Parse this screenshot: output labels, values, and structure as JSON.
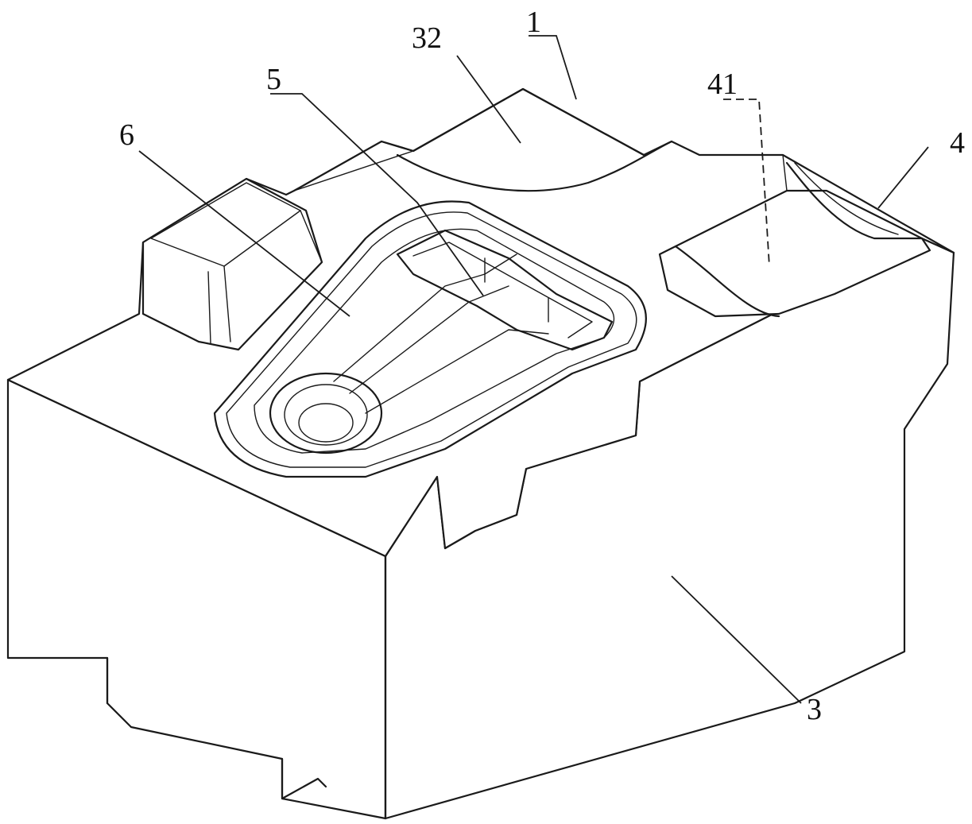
{
  "figure": {
    "labels": [
      {
        "id": "l1",
        "text": "1"
      },
      {
        "id": "l3",
        "text": "3"
      },
      {
        "id": "l32",
        "text": "32"
      },
      {
        "id": "l4",
        "text": "4"
      },
      {
        "id": "l41",
        "text": "41"
      },
      {
        "id": "l5",
        "text": "5"
      },
      {
        "id": "l6",
        "text": "6"
      }
    ]
  }
}
